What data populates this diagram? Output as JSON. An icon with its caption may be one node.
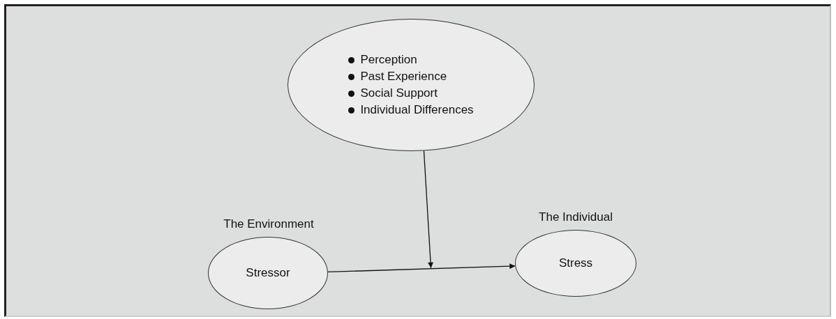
{
  "diagram": {
    "nodes": [
      {
        "text": [
          "Perception",
          "Past Experience",
          "Social Support",
          "Individual Differences"
        ]
      },
      {
        "text": [
          "The Environment",
          "Stressor"
        ]
      },
      {
        "text": [
          "The Individual",
          "Stress"
        ]
      }
    ],
    "edges": [
      {
        "from": 1,
        "to": 2,
        "arrow": "to"
      },
      {
        "from": 0,
        "to": null,
        "arrow": "to"
      }
    ]
  }
}
